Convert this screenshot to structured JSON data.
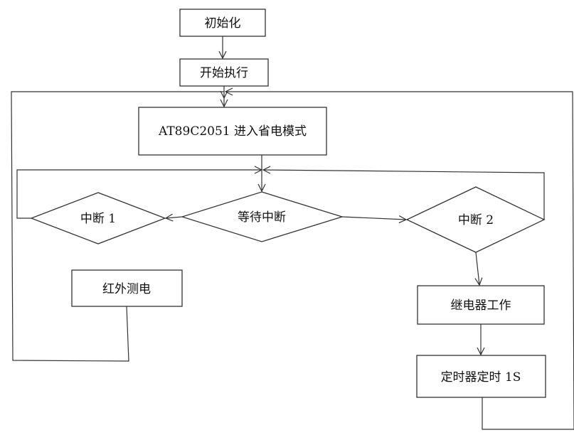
{
  "colors": {
    "stroke": "#333333",
    "text": "#111111",
    "background": "#ffffff"
  },
  "nodes": {
    "init": "初始化",
    "start_exec": "开始执行",
    "power_save": "AT89C2051 进入省电模式",
    "wait_interrupt": "等待中断",
    "interrupt_1": "中断 1",
    "interrupt_2": "中断 2",
    "infrared_detect": "红外测电",
    "relay_work": "继电器工作",
    "timer": "定时器定时 1S"
  }
}
